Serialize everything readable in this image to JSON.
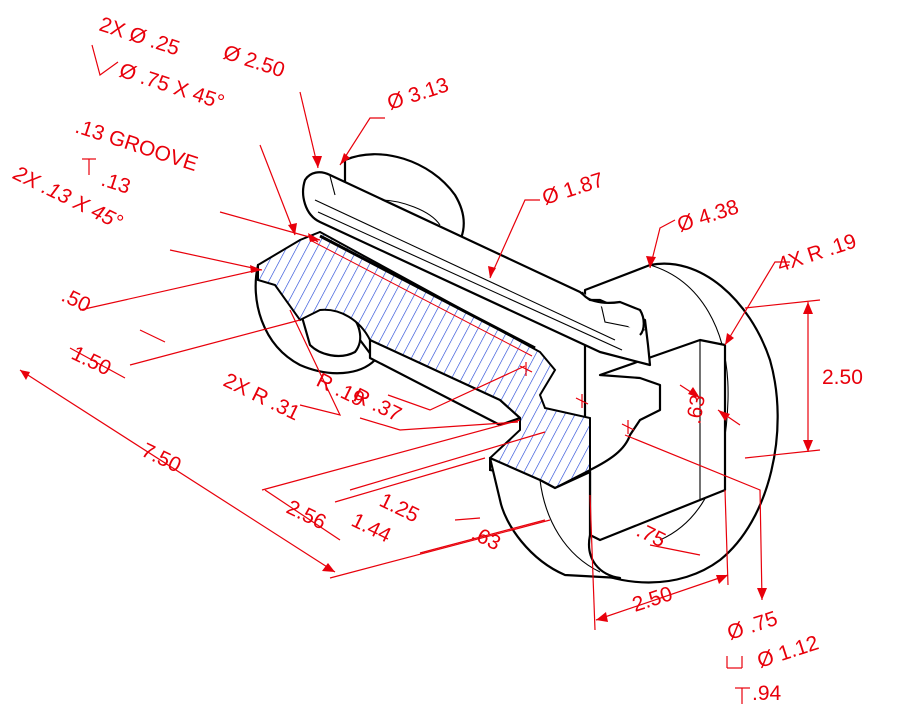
{
  "colors": {
    "dimension": "#e8000b",
    "outline": "#000000",
    "hatch": "#1a3fd6",
    "background": "#ffffff"
  },
  "callouts": {
    "holes_qty": "2X Ø .25",
    "csk": "Ø .75 X 45°",
    "groove_w": ".13 GROOVE",
    "groove_d": ".13",
    "chamfer": "2X .13 X 45°",
    "dia_250": "Ø 2.50",
    "dia_313": "Ø 3.13",
    "dia_187": "Ø 1.87",
    "dia_438": "Ø 4.38",
    "rad_4x": "4X R .19",
    "h_250": "2.50",
    "d_63a": ".63",
    "r_37": "R .37",
    "r_19": "R .19",
    "r_31": "2X R .31",
    "d_50": ".50",
    "d_150": "1.50",
    "d_750": "7.50",
    "d_256": "2.56",
    "d_125": "1.25",
    "d_144": "1.44",
    "d_63b": ".63",
    "d_75": ".75",
    "w_250": "2.50",
    "cb_hole": "Ø .75",
    "cb_dia": "Ø 1.12",
    "cb_depth": ".94"
  }
}
